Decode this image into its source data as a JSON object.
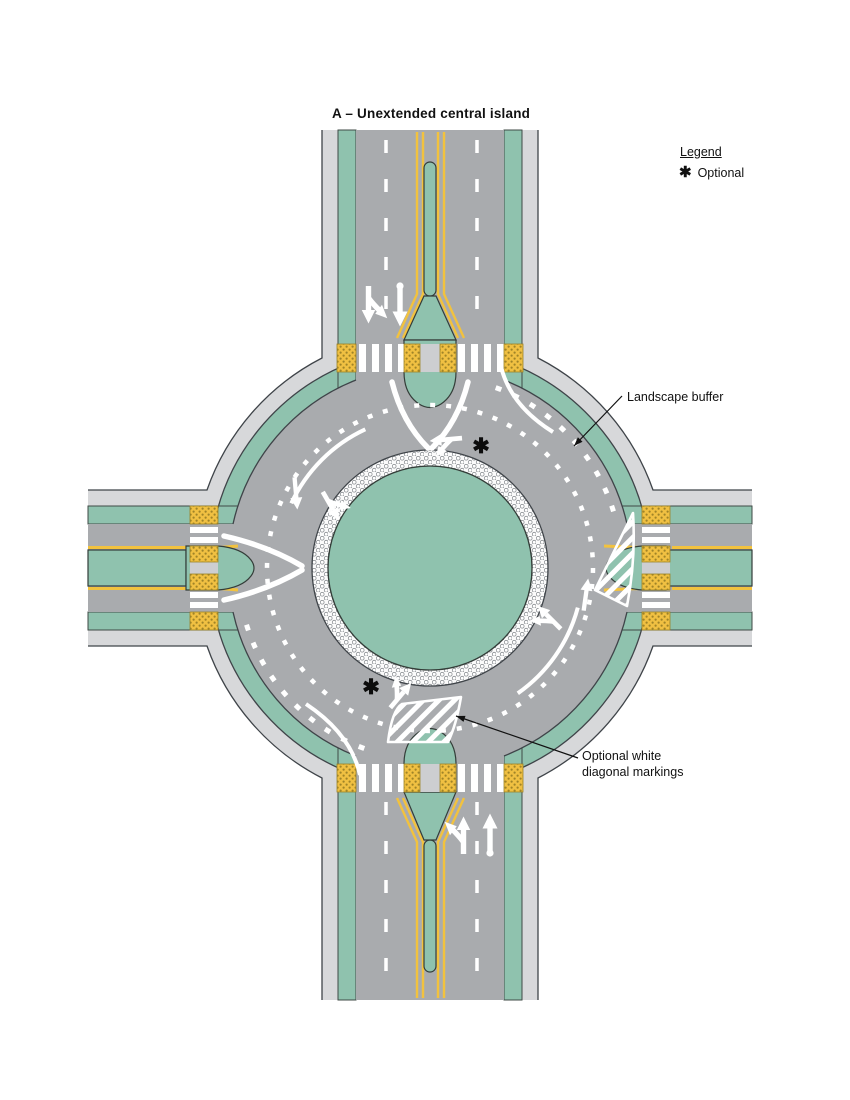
{
  "title": "A – Unextended central island",
  "legend": {
    "heading": "Legend",
    "items": [
      {
        "symbol": "✱",
        "label": "Optional"
      }
    ]
  },
  "annotations": {
    "landscape_buffer": "Landscape buffer",
    "optional_line1": "Optional white",
    "optional_line2": "diagonal markings"
  },
  "diagram": {
    "optional_mark": "✱",
    "colors": {
      "landscape_buffer": "#8fc2ae",
      "roadway": "#a9abae",
      "sidewalk": "#d7d8da",
      "yellow_line": "#f2c23e",
      "detectable_pad": "#f0c042",
      "marking_white": "#ffffff",
      "outline": "#3f4449"
    }
  }
}
